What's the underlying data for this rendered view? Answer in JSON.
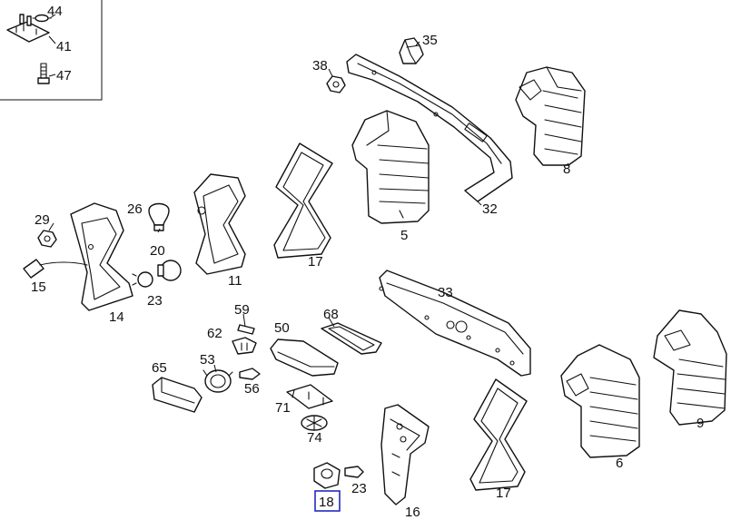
{
  "diagram": {
    "callouts": {
      "c44": "44",
      "c41": "41",
      "c47": "47",
      "c35": "35",
      "c38": "38",
      "c32": "32",
      "c8": "8",
      "c5": "5",
      "c17a": "17",
      "c26": "26",
      "c29": "29",
      "c20": "20",
      "c11": "11",
      "c15": "15",
      "c23a": "23",
      "c14": "14",
      "c59": "59",
      "c62": "62",
      "c50": "50",
      "c68": "68",
      "c33": "33",
      "c53": "53",
      "c65": "65",
      "c56": "56",
      "c71": "71",
      "c74": "74",
      "c9": "9",
      "c6": "6",
      "c16": "16",
      "c17b": "17",
      "c23b": "23",
      "c18": "18"
    },
    "selected_callout": "18"
  }
}
